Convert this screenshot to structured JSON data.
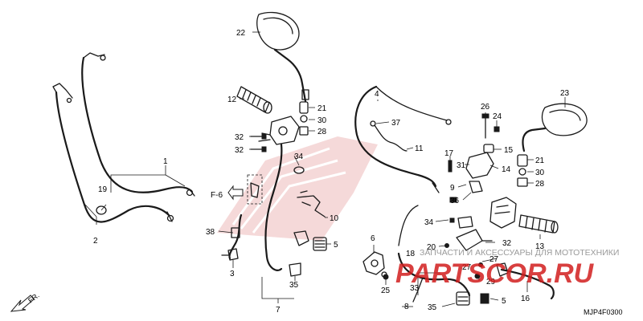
{
  "diagram_code": "MJP4F0300",
  "front_marker": "FR.",
  "page_ref": "F-6",
  "watermark": {
    "text": "ЗАПЧАСТИ И АКСЕССУАРЫ ДЛЯ МОТОТЕХНИКИ",
    "logo": "PARTSCOR.RU",
    "colors": {
      "logo": "#d21e1e",
      "text": "#9a9a9a"
    }
  },
  "callouts": {
    "c1": "1",
    "c2": "2",
    "c3": "3",
    "c4": "4",
    "c5a": "5",
    "c5b": "5",
    "c6": "6",
    "c7": "7",
    "c8": "8",
    "c9": "9",
    "c10": "10",
    "c11": "11",
    "c12": "12",
    "c13": "13",
    "c14": "14",
    "c15": "15",
    "c16": "16",
    "c17": "17",
    "c18": "18",
    "c19": "19",
    "c20": "20",
    "c21a": "21",
    "c21b": "21",
    "c22": "22",
    "c23": "23",
    "c24": "24",
    "c25": "25",
    "c26": "26",
    "c27a": "27",
    "c27b": "27",
    "c28a": "28",
    "c28b": "28",
    "c29": "29",
    "c30a": "30",
    "c30b": "30",
    "c31": "31",
    "c32a": "32",
    "c32b": "32",
    "c32c": "32",
    "c33": "33",
    "c34a": "34",
    "c34b": "34",
    "c35a": "35",
    "c35b": "35",
    "c36": "36",
    "c37": "37",
    "c38": "38"
  },
  "icons": [
    "mirror-icon",
    "grip-icon",
    "cable-icon",
    "switch-housing-icon",
    "lever-icon",
    "bolt-icon",
    "arrow-icon"
  ]
}
